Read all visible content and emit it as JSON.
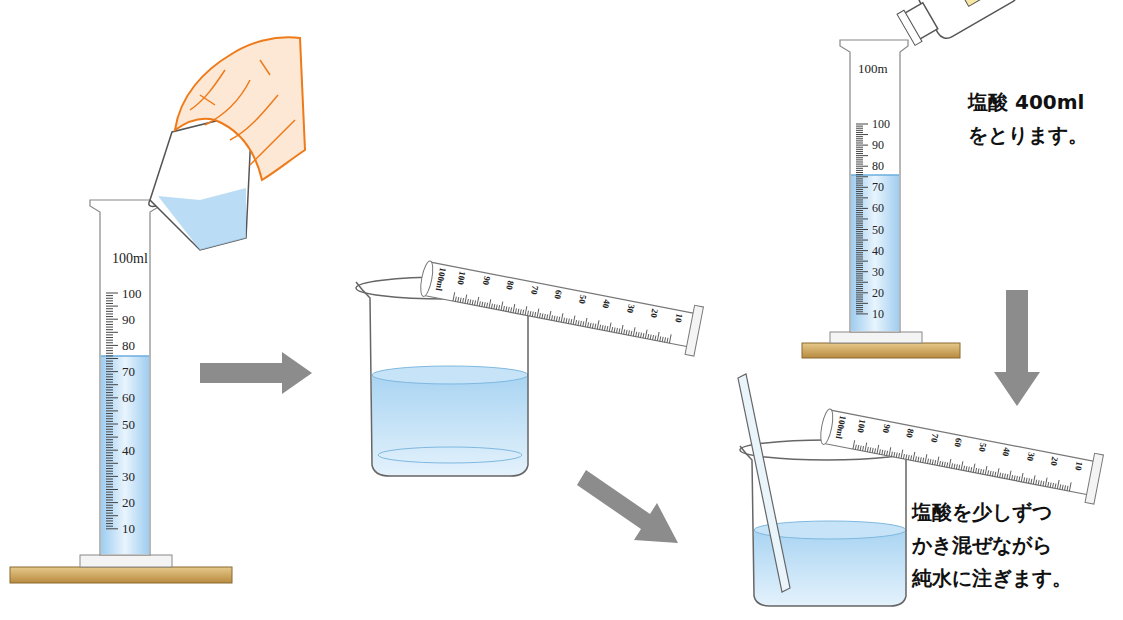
{
  "diagram": {
    "labels": [
      "100ml",
      "100",
      "90",
      "80",
      "70",
      "60",
      "50",
      "40",
      "30",
      "20",
      "10",
      "100ml",
      "100",
      "90",
      "80",
      "70",
      "60",
      "50",
      "40",
      "30",
      "20",
      "10",
      "100m",
      "100",
      "90",
      "80",
      "70",
      "60",
      "50",
      "40",
      "30",
      "20",
      "10",
      "100ml",
      "100",
      "90",
      "80",
      "70",
      "60",
      "50",
      "40",
      "30",
      "20",
      "10",
      "塩酸 400ml をとります。",
      "塩酸を少しずつ かき混ぜながら 純水に注ぎます。"
    ]
  }
}
